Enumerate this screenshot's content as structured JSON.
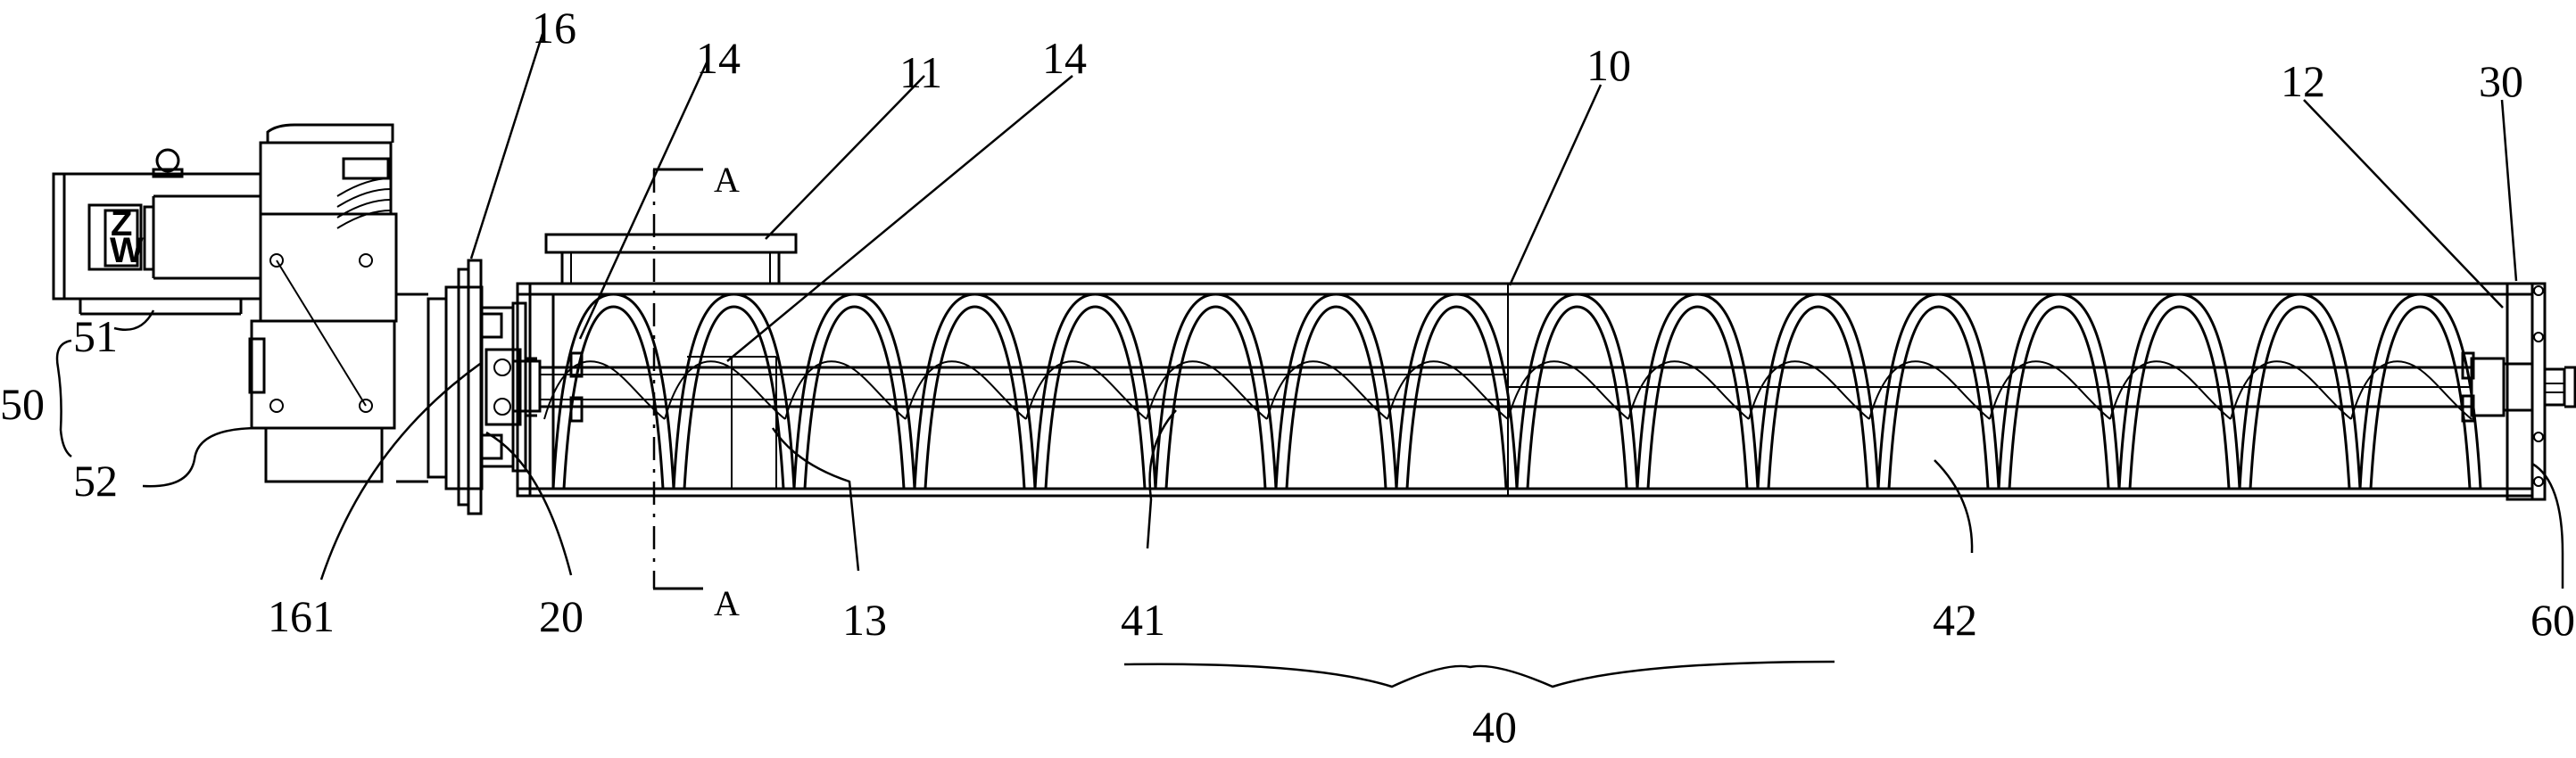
{
  "labels": {
    "l10": "10",
    "l11": "11",
    "l12": "12",
    "l13": "13",
    "l14a": "14",
    "l14b": "14",
    "l16": "16",
    "l161": "161",
    "l20": "20",
    "l30": "30",
    "l40": "40",
    "l41": "41",
    "l42": "42",
    "l50": "50",
    "l51": "51",
    "l52": "52",
    "l60": "60"
  },
  "section": {
    "top": "A",
    "bottom": "A"
  },
  "motor_logo": {
    "line1": "Z",
    "line2": "W"
  }
}
